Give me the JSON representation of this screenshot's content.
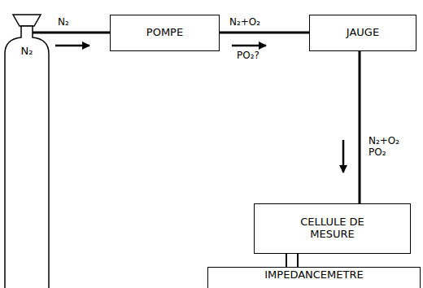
{
  "diagram": {
    "nodes": [
      {
        "text": [
          "N₂"
        ]
      },
      {
        "text": [
          "POMPE"
        ]
      },
      {
        "text": [
          "JAUGE"
        ]
      },
      {
        "text": [
          "CELLULE DE MESURE"
        ]
      },
      {
        "text": [
          "IMPEDANCEMETRE"
        ]
      }
    ],
    "edges": [
      {
        "from": 0,
        "to": 1,
        "arrow": "to",
        "label": "N₂"
      },
      {
        "from": 1,
        "to": 2,
        "arrow": "to",
        "label": "N₂+O₂"
      },
      {
        "from": 2,
        "to": 3,
        "arrow": "to",
        "label": "N₂+O₂ PO₂"
      },
      {
        "from": 3,
        "to": 4,
        "arrow": "none"
      },
      {
        "from": 3,
        "to": 4,
        "arrow": "none"
      }
    ],
    "labels": [
      "PO₂?"
    ]
  }
}
